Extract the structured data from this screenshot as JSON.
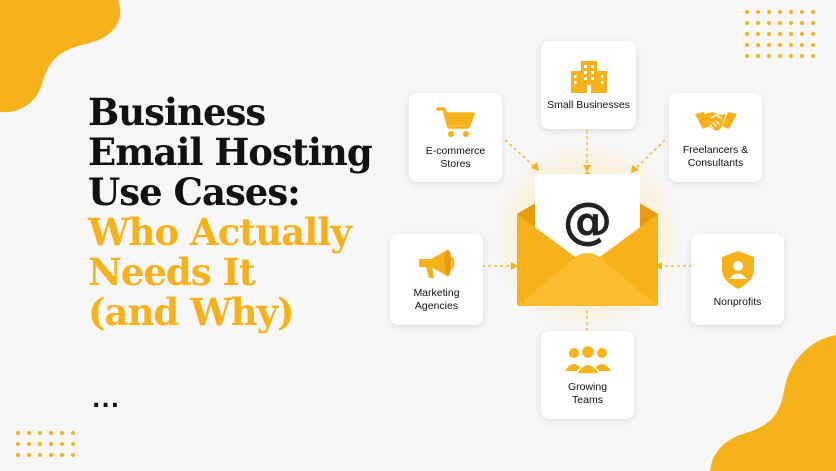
{
  "headline": {
    "line1": "Business",
    "line2": "Email Hosting",
    "line3": "Use Cases:",
    "line4": "Who Actually",
    "line5": "Needs It",
    "line6": "(and Why)"
  },
  "ellipsis": "...",
  "center_icon": {
    "name": "envelope-at-icon",
    "symbol": "@"
  },
  "use_cases": [
    {
      "label": "Small Businesses",
      "icon": "buildings-icon"
    },
    {
      "label": "E-commerce\nStores",
      "icon": "shopping-cart-icon"
    },
    {
      "label": "Freelancers &\nConsultants",
      "icon": "handshake-icon"
    },
    {
      "label": "Marketing\nAgencies",
      "icon": "megaphone-icon"
    },
    {
      "label": "Nonprofits",
      "icon": "shield-person-icon"
    },
    {
      "label": "Growing\nTeams",
      "icon": "team-icon"
    }
  ],
  "colors": {
    "accent": "#f7b11a",
    "text": "#111111",
    "background": "#f7f7f8",
    "card": "#ffffff"
  }
}
